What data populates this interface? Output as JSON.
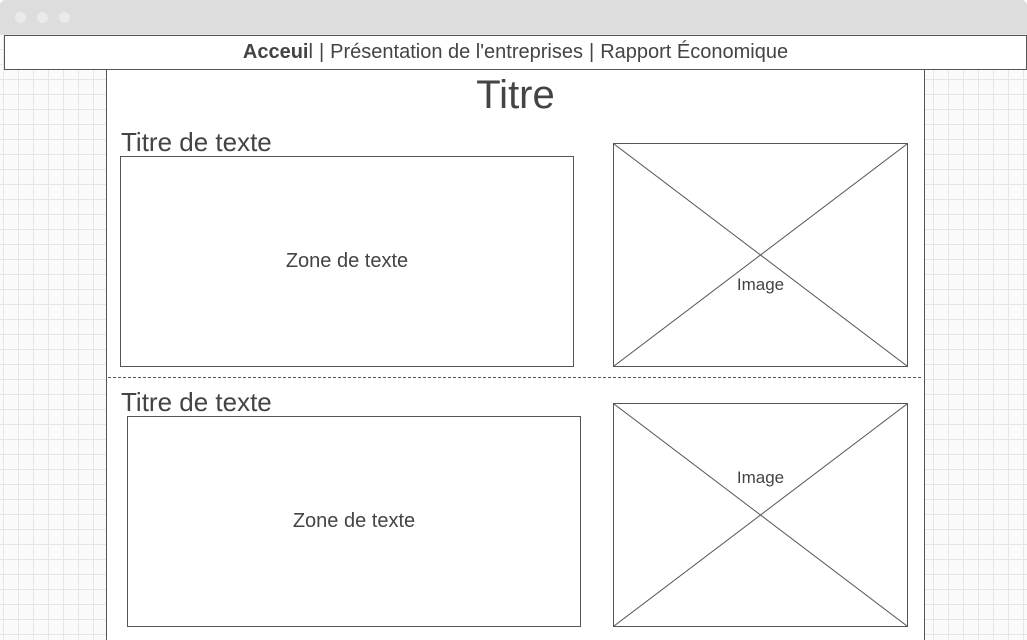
{
  "nav": {
    "home_bold": "Acceui",
    "home_rest": "l",
    "separator": "|",
    "company": "Présentation de l'entreprises",
    "report": "Rapport Économique"
  },
  "page": {
    "title": "Titre"
  },
  "sections": [
    {
      "heading": "Titre de texte",
      "text_zone": "Zone de texte",
      "image_label": "Image"
    },
    {
      "heading": "Titre de texte",
      "text_zone": "Zone de texte",
      "image_label": "Image"
    }
  ],
  "colors": {
    "stroke": "#555555",
    "text": "#444444",
    "titlebar": "#dddddd",
    "grid": "#e6e6e6"
  }
}
